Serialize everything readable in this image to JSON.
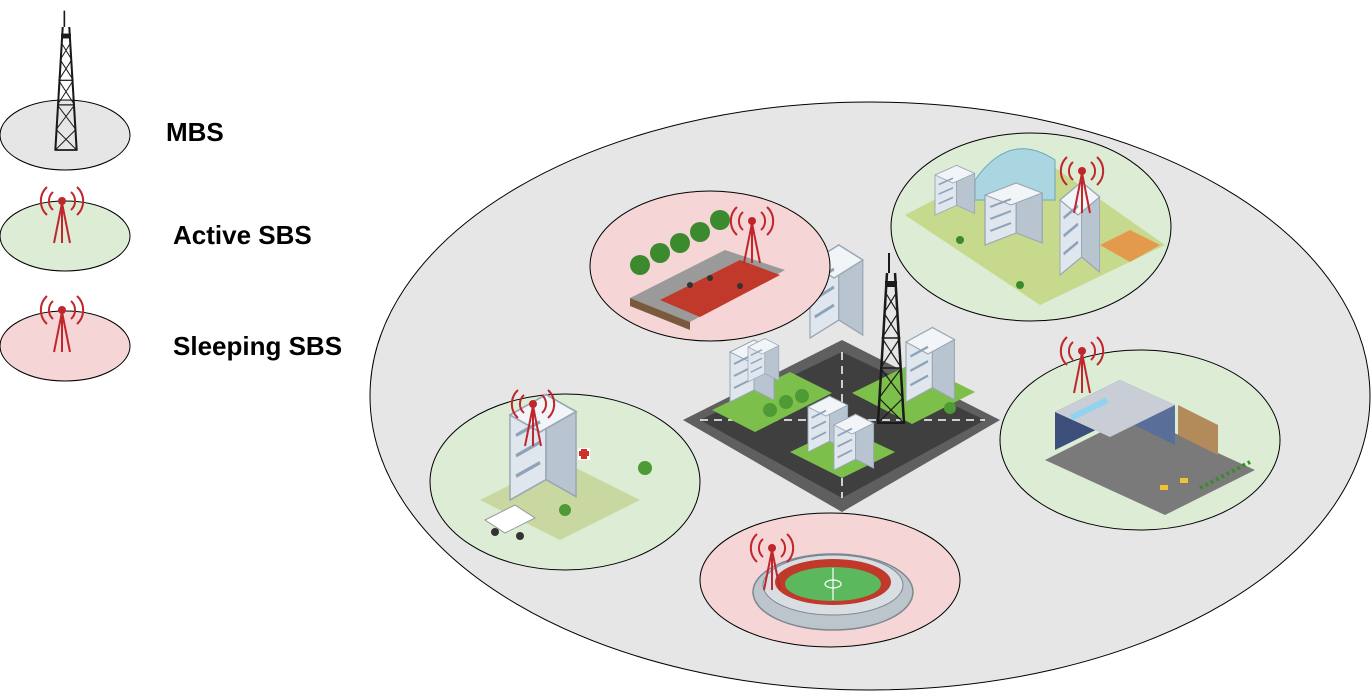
{
  "legend": {
    "items": [
      {
        "label": "MBS",
        "fill": "#e6e6e6"
      },
      {
        "label": "Active SBS",
        "fill": "#dcecd5"
      },
      {
        "label": "Sleeping SBS",
        "fill": "#f5d5d5"
      }
    ]
  },
  "colors": {
    "mbs_area": "#e6e6e6",
    "active_sbs": "#dcecd5",
    "sleeping_sbs": "#f5d5d5",
    "antenna": "#c0272d",
    "tower": "#1a1a1a",
    "outline": "#000000"
  },
  "diagram": {
    "macro_cell": {
      "state": "MBS",
      "icon": "city-block-icon"
    },
    "small_cells": [
      {
        "state": "Sleeping SBS",
        "icon": "park-icon"
      },
      {
        "state": "Active SBS",
        "icon": "campus-icon"
      },
      {
        "state": "Active SBS",
        "icon": "hospital-icon"
      },
      {
        "state": "Active SBS",
        "icon": "mall-icon"
      },
      {
        "state": "Sleeping SBS",
        "icon": "stadium-icon"
      }
    ]
  }
}
